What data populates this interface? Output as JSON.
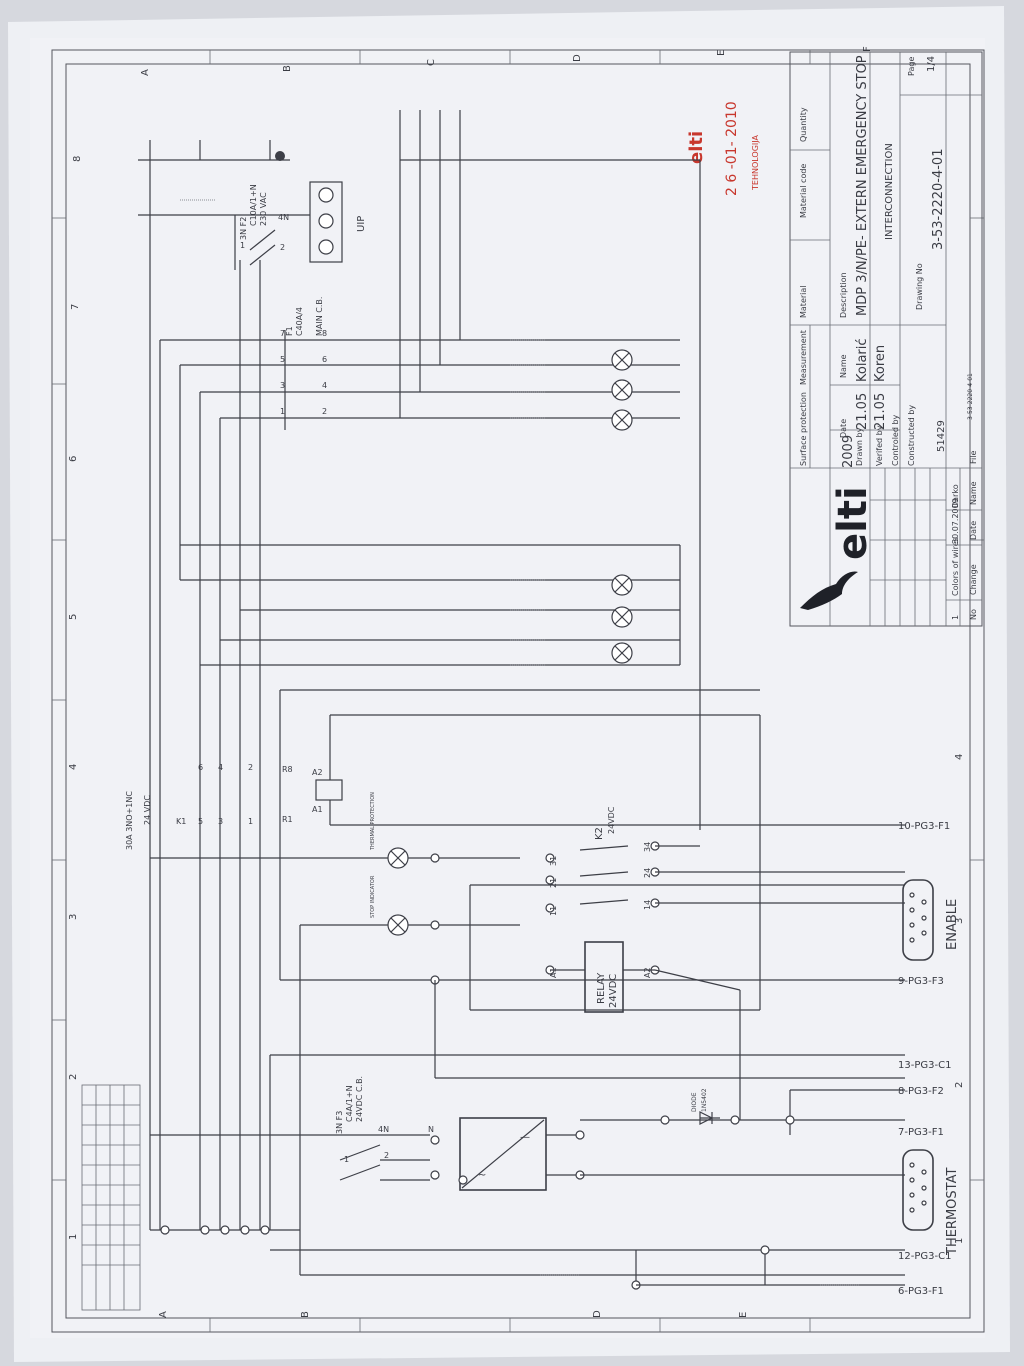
{
  "title_block": {
    "description_label": "Description",
    "description_line1": "MDP 3/N/PE- EXTERN EMERGENCY STOP",
    "description_line2": "INTERCONNECTION",
    "drawing_no_label": "Drawing No",
    "drawing_no": "3-53-2220-4-01",
    "page_label": "Page",
    "page_value": "1/4",
    "material_label": "Material",
    "material_code_label": "Material code",
    "quantity_label": "Quantity",
    "measurement_label": "Measurement",
    "surface_label": "Surface protection",
    "year": "2009",
    "date_label": "Date",
    "name_label": "Name",
    "drawn_by_label": "Drawn by",
    "drawn_by_date": "21.05",
    "drawn_by_name": "Kolarić",
    "verified_by_label": "Verifed by",
    "verified_by_date": "21.05",
    "verified_by_name": "Koren",
    "controlled_by_label": "Controled by",
    "constructed_by_label": "Constructed by",
    "project_number": "51429",
    "file_ref": "3-53-2220-4-01",
    "logo_text": "elti",
    "rev_no_label": "No",
    "rev_change_label": "Change",
    "rev_date_label": "Date",
    "rev_name_label": "Name",
    "rev_file_label": "File",
    "rev1_no": "1",
    "rev1_change": "Colors of wires",
    "rev1_date": "30.07.2009",
    "rev1_name": "Darko"
  },
  "stamp": {
    "date": "2 6 -01- 2010",
    "logo": "elti",
    "text": "TEHNOLOGIJA"
  },
  "grid": {
    "columns": [
      "8",
      "7",
      "6",
      "5",
      "4",
      "3",
      "2",
      "1"
    ],
    "rows": [
      "A",
      "B",
      "C",
      "D",
      "E",
      "F"
    ]
  },
  "components": {
    "f1_label": "F1",
    "f1_rating": "C40A/4",
    "f1_name": "MAIN C.B.",
    "f2_label": "3N F2",
    "f2_rating": "C10A/1+N",
    "f2_voltage": "230 VAC",
    "f3_label": "3N F3",
    "f3_rating": "C4A/1+N",
    "f3_name": "24VDC C.B.",
    "uip_label": "UIP",
    "k1_rating": "30A 3NO+1NC",
    "k1_coil": "24 VDC",
    "k1_label": "K1",
    "k2_label": "K2",
    "k2_coil": "24VDC",
    "relay_label": "RELAY",
    "relay_coil": "24VDC",
    "diode_label": "DIODE",
    "diode_type": "1N5402",
    "thermal_lamp": "THERMAL PROTECTION",
    "stop_lamp": "STOP INDICATOR",
    "enable_label": "ENABLE",
    "thermostat_label": "THERMOSTAT",
    "r1_label": "R1",
    "r8_label": "R8",
    "a1_label": "A1",
    "a2_label": "A2"
  },
  "terminals": {
    "t10": "10-PG3-F1",
    "t9": "9-PG3-F3",
    "t13": "13-PG3-C1",
    "t8": "8-PG3-F2",
    "t7": "7-PG3-F1",
    "t12": "12-PG3-C1",
    "t6": "6-PG3-F1"
  },
  "contacts": {
    "c31": "31",
    "c34": "34",
    "c21": "21",
    "c24": "24",
    "c11": "11",
    "c14": "14",
    "a1": "A1",
    "a2": "A2",
    "n1": "1",
    "n2": "2",
    "n3": "3",
    "n4": "4",
    "n5": "5",
    "n6": "6",
    "n7": "7",
    "n8": "8",
    "n4n": "4N",
    "nN": "N"
  }
}
